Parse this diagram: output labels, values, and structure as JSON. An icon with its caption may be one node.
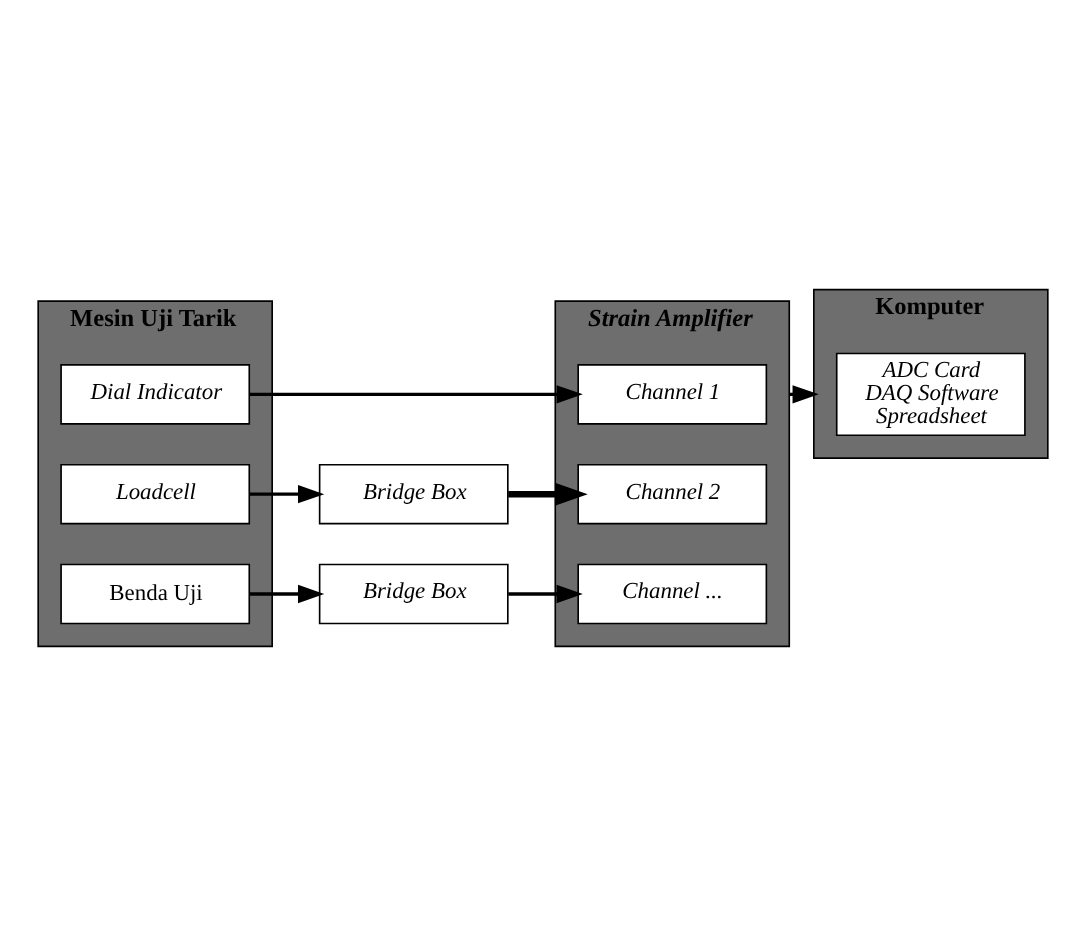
{
  "diagram": {
    "nodes": [
      {
        "text": [
          "Mesin Uji Tarik"
        ]
      },
      {
        "text": [
          "Dial Indicator"
        ],
        "in": 0
      },
      {
        "text": [
          "Loadcell"
        ],
        "in": 0
      },
      {
        "text": [
          "Benda Uji"
        ],
        "in": 0
      },
      {
        "text": [
          "Bridge Box"
        ]
      },
      {
        "text": [
          "Bridge Box"
        ]
      },
      {
        "text": [
          "Strain Amplifier"
        ]
      },
      {
        "text": [
          "Channel 1"
        ],
        "in": 6
      },
      {
        "text": [
          "Channel 2"
        ],
        "in": 6
      },
      {
        "text": [
          "Channel ..."
        ],
        "in": 6
      },
      {
        "text": [
          "Komputer"
        ]
      },
      {
        "text": [
          "ADC Card",
          "DAQ Software",
          "Spreadsheet"
        ],
        "in": 10
      }
    ],
    "edges": [
      {
        "from": 1,
        "to": 7,
        "arrow": "to"
      },
      {
        "from": 2,
        "to": 4,
        "arrow": "to"
      },
      {
        "from": 4,
        "to": 8,
        "arrow": "to",
        "style": "thick"
      },
      {
        "from": 3,
        "to": 5,
        "arrow": "to"
      },
      {
        "from": 5,
        "to": 9,
        "arrow": "to"
      },
      {
        "from": 6,
        "to": 10,
        "arrow": "to"
      }
    ]
  }
}
